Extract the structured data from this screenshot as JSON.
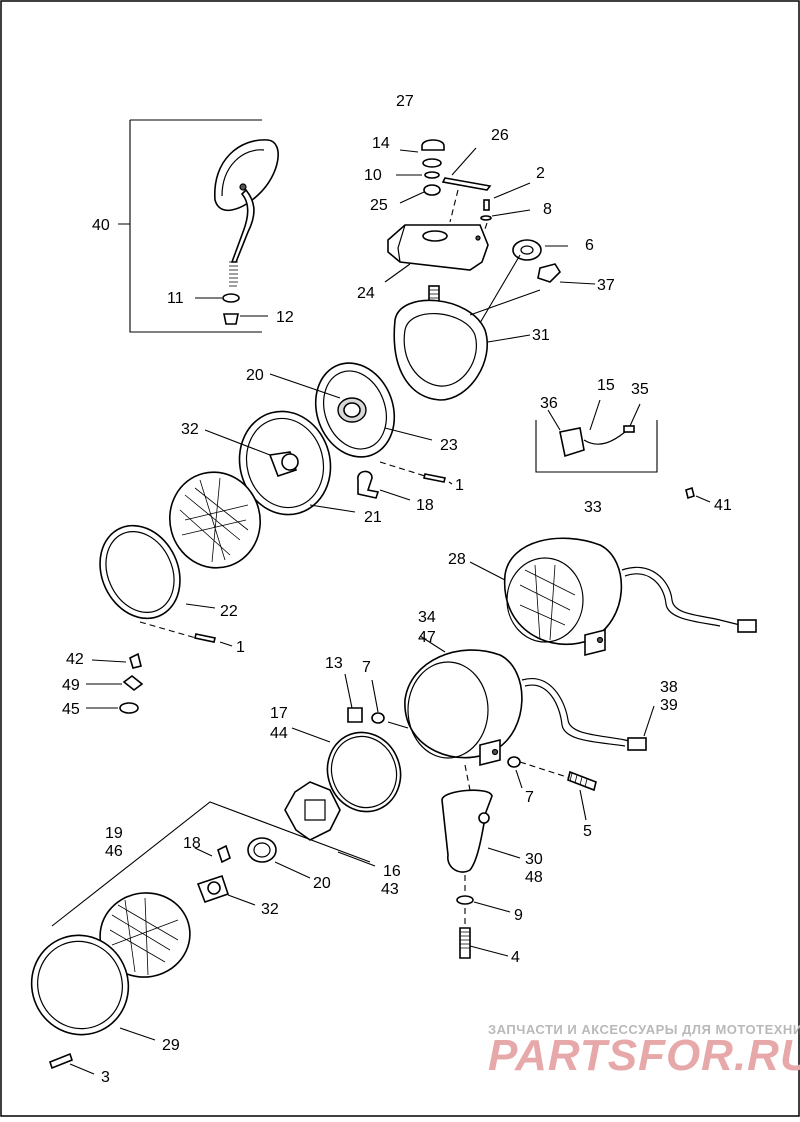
{
  "callouts": {
    "c27": "27",
    "c14": "14",
    "c26": "26",
    "c10": "10",
    "c2": "2",
    "c25": "25",
    "c8": "8",
    "c40": "40",
    "c6": "6",
    "c24": "24",
    "c37": "37",
    "c11": "11",
    "c12": "12",
    "c31": "31",
    "c20a": "20",
    "c15": "15",
    "c35": "35",
    "c36": "36",
    "c32a": "32",
    "c23": "23",
    "c1a": "1",
    "c18a": "18",
    "c33": "33",
    "c41": "41",
    "c21": "21",
    "c28": "28",
    "c22": "22",
    "c34": "34",
    "c47": "47",
    "c1b": "1",
    "c42": "42",
    "c13": "13",
    "c7a": "7",
    "c49": "49",
    "c38": "38",
    "c39": "39",
    "c45": "45",
    "c17": "17",
    "c44": "44",
    "c7b": "7",
    "c5": "5",
    "c19": "19",
    "c46": "46",
    "c18b": "18",
    "c16": "16",
    "c43": "43",
    "c20b": "20",
    "c30": "30",
    "c48": "48",
    "c32b": "32",
    "c9": "9",
    "c4": "4",
    "c29": "29",
    "c3": "3"
  },
  "watermark": {
    "tagline": "ЗАПЧАСТИ И АКСЕССУАРЫ ДЛЯ МОТОТЕХНИКИ",
    "logo": "PARTSFOR.RU"
  }
}
